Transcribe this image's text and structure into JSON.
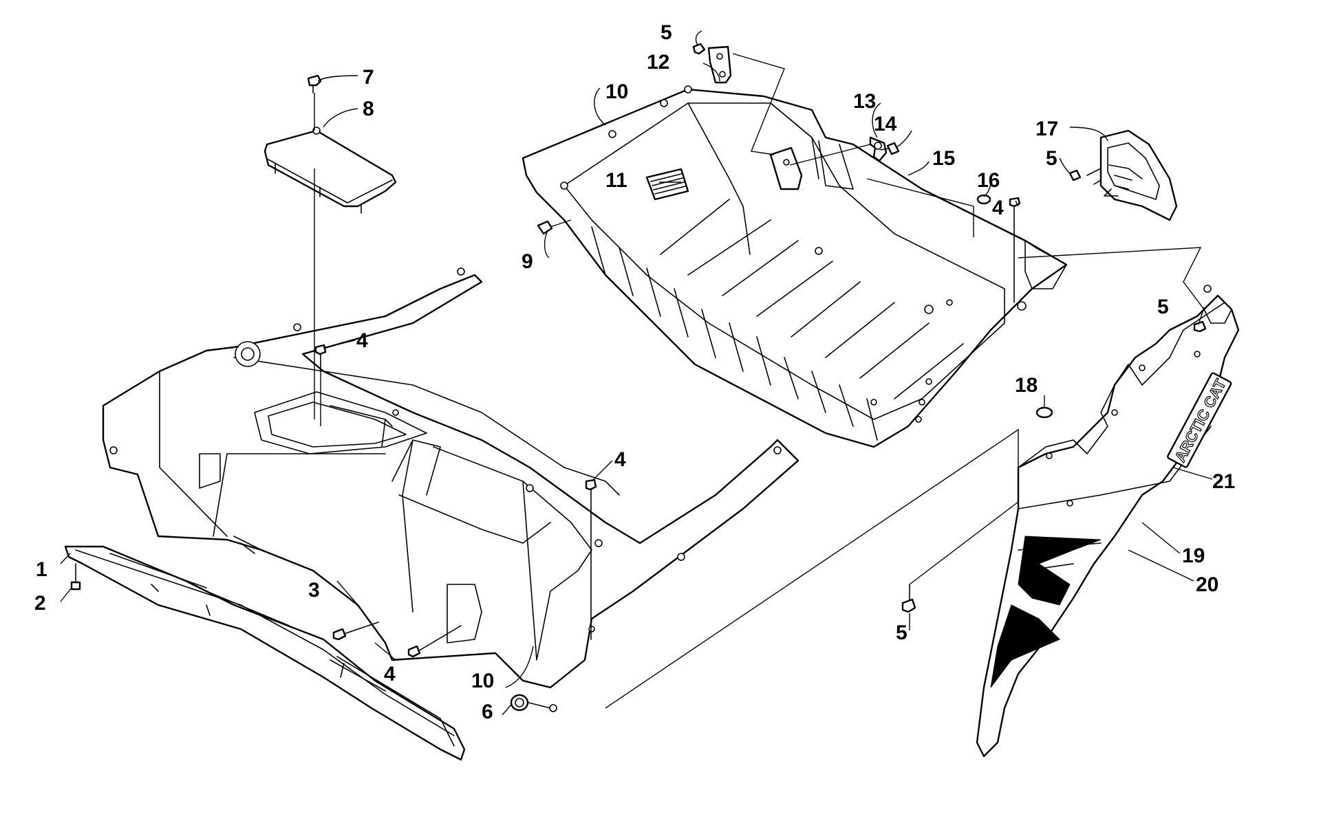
{
  "callouts": [
    {
      "id": "c1",
      "text": "1"
    },
    {
      "id": "c2",
      "text": "2"
    },
    {
      "id": "c3",
      "text": "3"
    },
    {
      "id": "c4a",
      "text": "4"
    },
    {
      "id": "c4b",
      "text": "4"
    },
    {
      "id": "c4c",
      "text": "4"
    },
    {
      "id": "c4d",
      "text": "4"
    },
    {
      "id": "c5a",
      "text": "5"
    },
    {
      "id": "c5b",
      "text": "5"
    },
    {
      "id": "c5c",
      "text": "5"
    },
    {
      "id": "c5d",
      "text": "5"
    },
    {
      "id": "c6",
      "text": "6"
    },
    {
      "id": "c7",
      "text": "7"
    },
    {
      "id": "c8",
      "text": "8"
    },
    {
      "id": "c9",
      "text": "9"
    },
    {
      "id": "c10a",
      "text": "10"
    },
    {
      "id": "c10b",
      "text": "10"
    },
    {
      "id": "c11",
      "text": "11"
    },
    {
      "id": "c12",
      "text": "12"
    },
    {
      "id": "c13",
      "text": "13"
    },
    {
      "id": "c14",
      "text": "14"
    },
    {
      "id": "c15",
      "text": "15"
    },
    {
      "id": "c16",
      "text": "16"
    },
    {
      "id": "c17",
      "text": "17"
    },
    {
      "id": "c18",
      "text": "18"
    },
    {
      "id": "c19",
      "text": "19"
    },
    {
      "id": "c20",
      "text": "20"
    },
    {
      "id": "c21",
      "text": "21"
    }
  ],
  "brand_text": "ARCTIC CAT",
  "colors": {
    "line": "#000000",
    "background": "#ffffff"
  }
}
